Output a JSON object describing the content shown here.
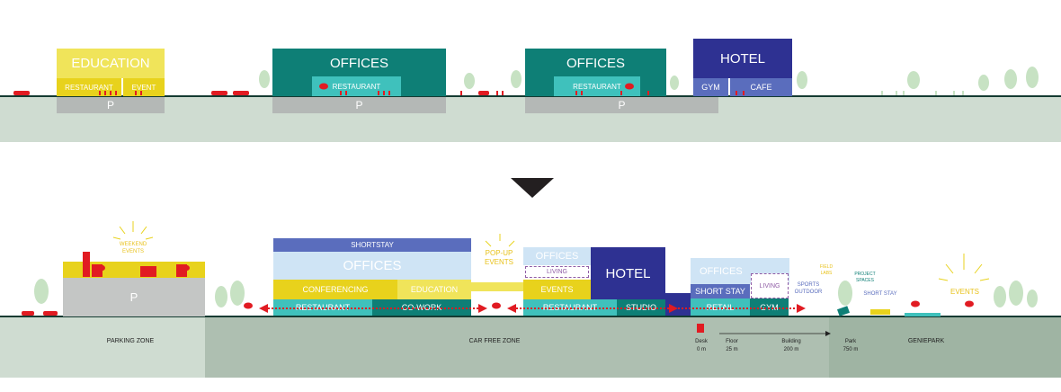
{
  "top": {
    "education": "EDUCATION",
    "edu_restaurant": "RESTAURANT",
    "edu_event": "EVENT",
    "parking1": "P",
    "offices1": "OFFICES",
    "offices1_restaurant": "RESTAURANT",
    "parking2": "P",
    "offices2": "OFFICES",
    "offices2_restaurant": "RESTAURANT",
    "parking3": "P",
    "hotel": "HOTEL",
    "gym": "GYM",
    "cafe": "CAFE"
  },
  "bottom": {
    "weekend_events": "WEEKEND\nEVENTS",
    "parking": "P",
    "shortstay": "SHORTSTAY",
    "offices_main": "OFFICES",
    "conferencing": "CONFERENCING",
    "education": "EDUCATION",
    "restaurant_left": "RESTAURANT",
    "cowork": "CO-WORK",
    "popup_events": "POP-UP\nEVENTS",
    "offices_mid": "OFFICES",
    "living_mid": "LIVING",
    "events_mid": "EVENTS",
    "restaurant_mid": "RESTAURANT",
    "hotel": "HOTEL",
    "studio": "STUDIO",
    "offices_right": "OFFICES",
    "short_stay": "SHORT STAY",
    "living_right": "LIVING",
    "retail": "RETAIL",
    "gym": "GYM",
    "sports_outdoor": "SPORTS\nOUTDOOR",
    "field_labs": "FIELD\nLABS",
    "project_spaces": "PROJECT\nSPACES",
    "short_stay_small": "SHORT STAY",
    "events_right": "EVENTS"
  },
  "zones": {
    "parking": "PARKING ZONE",
    "car_free": "CAR FREE ZONE",
    "geniepark": "GENIEPARK"
  },
  "scale": [
    {
      "label": "Desk",
      "distance": "0 m"
    },
    {
      "label": "Floor",
      "distance": "25 m"
    },
    {
      "label": "Building",
      "distance": "200 m"
    },
    {
      "label": "Park",
      "distance": "750 m"
    }
  ],
  "colors": {
    "yellow": "#e8d21c",
    "light_yellow": "#f0e45a",
    "teal": "#0e7f76",
    "light_teal": "#3fc1bc",
    "navy": "#2e3192",
    "slate": "#5a6dbd",
    "light_blue": "#cfe4f5",
    "ground": "#cfdcd1",
    "ground_dark": "#aebfb1",
    "red": "#e11b22"
  }
}
